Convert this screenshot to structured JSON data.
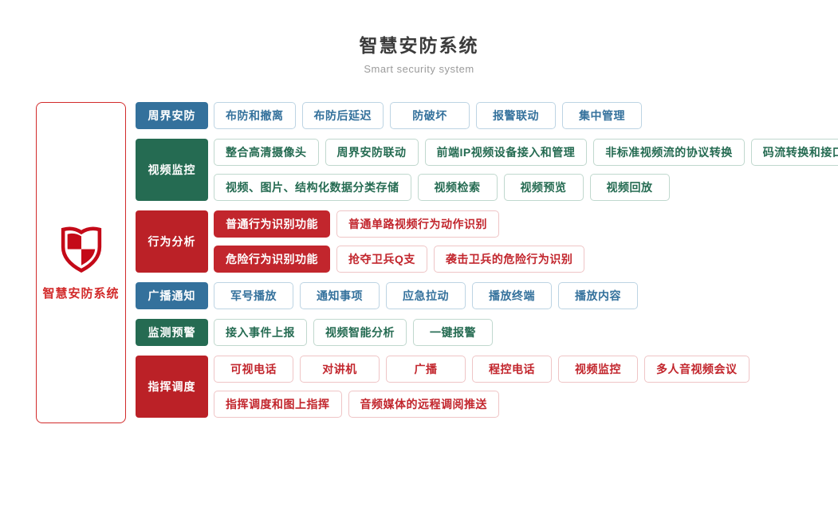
{
  "header": {
    "title": "智慧安防系统",
    "subtitle": "Smart security system"
  },
  "left_panel": {
    "label": "智慧安防系统",
    "icon": "shield-icon"
  },
  "colors": {
    "blue": "#34719c",
    "green": "#256b52",
    "red": "#bb2127",
    "red_fill": "#c2262d",
    "panel_red": "#d22b2b",
    "shield_red": "#c40a18",
    "title_color": "#3b3b3b",
    "subtitle_color": "#9b9b9b"
  },
  "rows": [
    {
      "category": "周界安防",
      "color": "blue",
      "lines": [
        [
          {
            "label": "布防和撤离"
          },
          {
            "label": "布防后延迟"
          },
          {
            "label": "防破坏"
          },
          {
            "label": "报警联动"
          },
          {
            "label": "集中管理"
          }
        ]
      ]
    },
    {
      "category": "视频监控",
      "color": "green",
      "lines": [
        [
          {
            "label": "整合高清摄像头"
          },
          {
            "label": "周界安防联动"
          },
          {
            "label": "前端IP视频设备接入和管理"
          },
          {
            "label": "非标准视频流的协议转换"
          },
          {
            "label": "码流转换和接口转换"
          }
        ],
        [
          {
            "label": "视频、图片、结构化数据分类存储"
          },
          {
            "label": "视频检索"
          },
          {
            "label": "视频预览"
          },
          {
            "label": "视频回放"
          }
        ]
      ]
    },
    {
      "category": "行为分析",
      "color": "red",
      "lines": [
        [
          {
            "label": "普通行为识别功能",
            "filled": true
          },
          {
            "label": "普通单路视频行为动作识别"
          }
        ],
        [
          {
            "label": "危险行为识别功能",
            "filled": true
          },
          {
            "label": "抢夺卫兵Q支"
          },
          {
            "label": "袭击卫兵的危险行为识别"
          }
        ]
      ]
    },
    {
      "category": "广播通知",
      "color": "blue",
      "lines": [
        [
          {
            "label": "军号播放"
          },
          {
            "label": "通知事项"
          },
          {
            "label": "应急拉动"
          },
          {
            "label": "播放终端"
          },
          {
            "label": "播放内容"
          }
        ]
      ]
    },
    {
      "category": "监测预警",
      "color": "green",
      "lines": [
        [
          {
            "label": "接入事件上报"
          },
          {
            "label": "视频智能分析"
          },
          {
            "label": "一键报警"
          }
        ]
      ]
    },
    {
      "category": "指挥调度",
      "color": "red",
      "lines": [
        [
          {
            "label": "可视电话"
          },
          {
            "label": "对讲机"
          },
          {
            "label": "广播"
          },
          {
            "label": "程控电话"
          },
          {
            "label": "视频监控"
          },
          {
            "label": "多人音视频会议"
          }
        ],
        [
          {
            "label": "指挥调度和图上指挥"
          },
          {
            "label": "音频媒体的远程调阅推送"
          }
        ]
      ]
    }
  ]
}
